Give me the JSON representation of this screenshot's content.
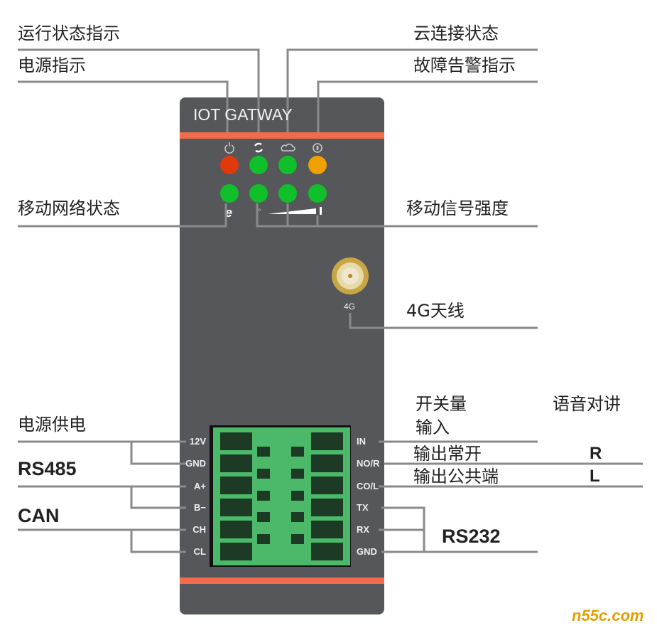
{
  "device": {
    "title": "IOT GATWAY",
    "antenna_label": "4G"
  },
  "leds": {
    "row1": [
      {
        "icon": "power-icon",
        "color": "#e03a0c"
      },
      {
        "icon": "refresh-icon",
        "color": "#10c02a"
      },
      {
        "icon": "cloud-icon",
        "color": "#10c02a"
      },
      {
        "icon": "info-icon",
        "color": "#f0a000"
      }
    ],
    "row2": [
      {
        "icon": "network-e-icon",
        "color": "#10c02a"
      },
      {
        "icon": "signal-icon",
        "color": "#10c02a"
      },
      {
        "icon": "signal-icon",
        "color": "#10c02a"
      },
      {
        "icon": "signal-icon",
        "color": "#10c02a"
      }
    ]
  },
  "labels": {
    "run_status": "运行状态指示",
    "power_ind": "电源指示",
    "cloud_status": "云连接状态",
    "fault_alarm": "故障告警指示",
    "mobile_net": "移动网络状态",
    "mobile_signal": "移动信号强度",
    "antenna": "4G天线",
    "power_supply": "电源供电",
    "rs485": "RS485",
    "can": "CAN",
    "switch_in_1": "开关量",
    "switch_in_2": "输入",
    "voice": "语音对讲",
    "out_no": "输出常开",
    "out_com": "输出公共端",
    "r": "R",
    "l": "L",
    "rs232": "RS232"
  },
  "pins_left": [
    "12V",
    "GND",
    "A+",
    "B−",
    "CH",
    "CL"
  ],
  "pins_right": [
    "IN",
    "NO/R",
    "CO/L",
    "TX",
    "RX",
    "GND"
  ],
  "watermark": "n55c.com",
  "colors": {
    "body": "#55575b",
    "stripe": "#f26b4b",
    "terminal": "#4cb86a",
    "line": "#8a8a8a"
  }
}
